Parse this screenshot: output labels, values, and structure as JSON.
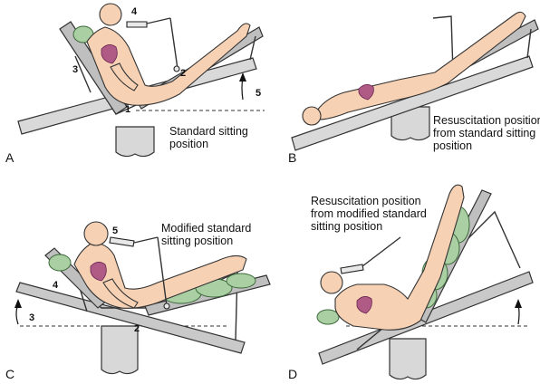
{
  "panels": [
    {
      "letter": "A",
      "caption": [
        "Standard sitting",
        "position"
      ],
      "numbers": [
        "1",
        "2",
        "3",
        "4",
        "5"
      ]
    },
    {
      "letter": "B",
      "caption": [
        "Resuscitation position",
        "from standard sitting",
        "position"
      ]
    },
    {
      "letter": "C",
      "caption": [
        "Modified standard",
        "sitting position"
      ],
      "numbers": [
        "2",
        "3",
        "4",
        "5"
      ]
    },
    {
      "letter": "D",
      "caption": [
        "Resuscitation position",
        "from modified standard",
        "sitting position"
      ]
    }
  ],
  "colors": {
    "skin": "#f6d1b4",
    "heart": "#b05a86",
    "cushion": "#a9cfa3",
    "table": "#d9d9d9"
  }
}
